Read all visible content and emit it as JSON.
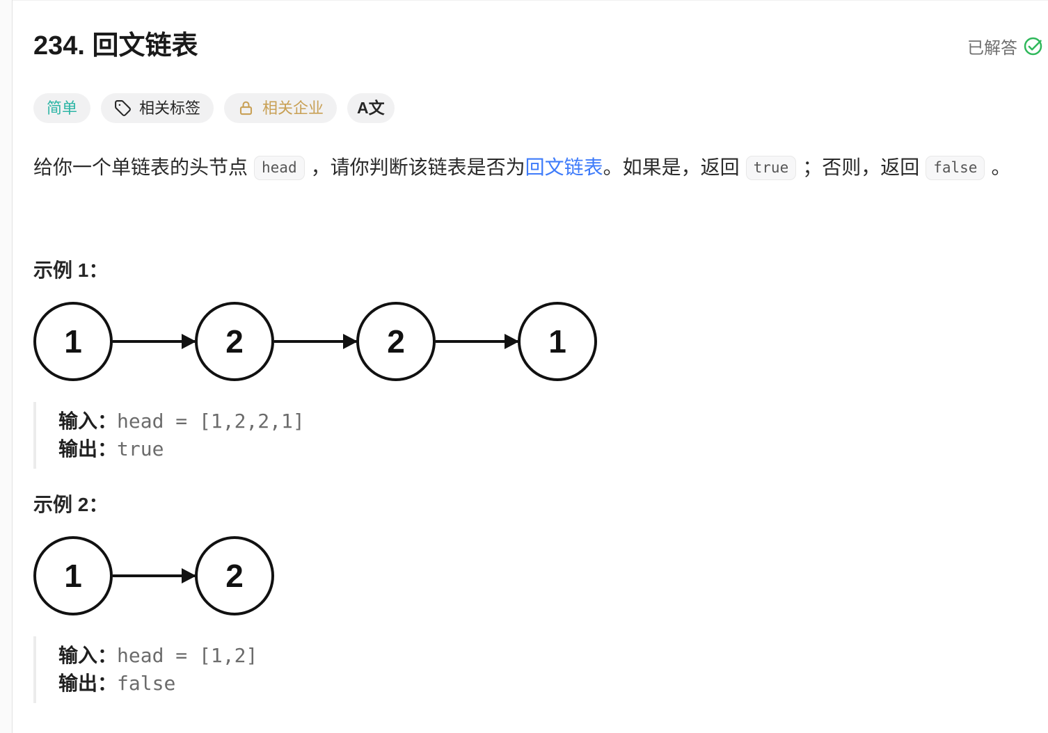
{
  "colors": {
    "solved-green": "#2fb85b",
    "easy-teal": "#2cb5a5",
    "company-gold": "#c8a055",
    "link-blue": "#3e7bfa"
  },
  "header": {
    "title": "234. 回文链表",
    "solved_label": "已解答",
    "solved_icon": "check-circle"
  },
  "tags": {
    "difficulty": "简单",
    "related_tags": "相关标签",
    "related_tags_icon": "tag",
    "related_companies": "相关企业",
    "related_companies_icon": "lock",
    "translate_icon": "A文"
  },
  "description": {
    "part1": "给你一个单链表的头节点",
    "code_head": "head",
    "part2": "，请你判断该链表是否为",
    "link_text": "回文链表",
    "part3": "。如果是，返回",
    "code_true": "true",
    "part4": "；否则，返回",
    "code_false": "false",
    "part5": "。"
  },
  "examples": [
    {
      "heading": "示例 1：",
      "diagram_nodes": [
        1,
        2,
        2,
        1
      ],
      "input_label": "输入：",
      "input_value": "head = [1,2,2,1]",
      "output_label": "输出：",
      "output_value": "true"
    },
    {
      "heading": "示例 2：",
      "diagram_nodes": [
        1,
        2
      ],
      "input_label": "输入：",
      "input_value": "head = [1,2]",
      "output_label": "输出：",
      "output_value": "false"
    }
  ]
}
